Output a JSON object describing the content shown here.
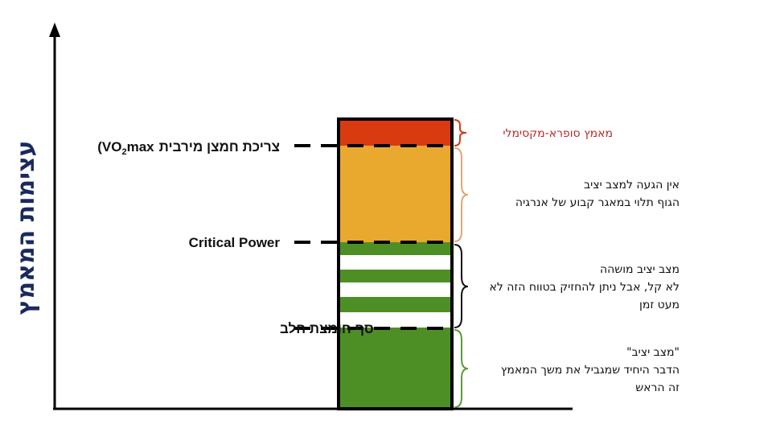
{
  "y_axis_label": "עצימות המאמץ",
  "thresholds": {
    "vo2max": {
      "hebrew": "צריכת חמצן מירבית",
      "abbr_open": "(VO",
      "abbr_sub": "2",
      "abbr_close": "max"
    },
    "critical_power": "Critical Power",
    "lactate_threshold": "סף חומצת חלב"
  },
  "zones": [
    {
      "name": "supra-maximal",
      "color": "#d93a10",
      "brace_color": "#c8401c",
      "lines": [
        "מאמץ סופרא-מקסימלי"
      ],
      "text_color": "#b8282a"
    },
    {
      "name": "severe",
      "color": "#e9a82e",
      "brace_color": "#e0a770",
      "lines": [
        "אין הגעה למצב יציב",
        "הגוף תלוי במאגר קבוע של אנרגיה"
      ],
      "text_color": "#111111"
    },
    {
      "name": "heavy",
      "color": "#4e8f25",
      "brace_color": "#111111",
      "lines": [
        "מצב יציב מושהה",
        "לא קל, אבל ניתן להחזיק בטווח הזה לא",
        "מעט זמן"
      ],
      "text_color": "#111111"
    },
    {
      "name": "moderate",
      "color": "#4e8f25",
      "brace_color": "#5a9a3a",
      "lines": [
        "\"מצב יציב\"",
        "הדבר היחיד שמגביל את משך המאמץ",
        "זה הראש"
      ],
      "text_color": "#111111"
    }
  ]
}
